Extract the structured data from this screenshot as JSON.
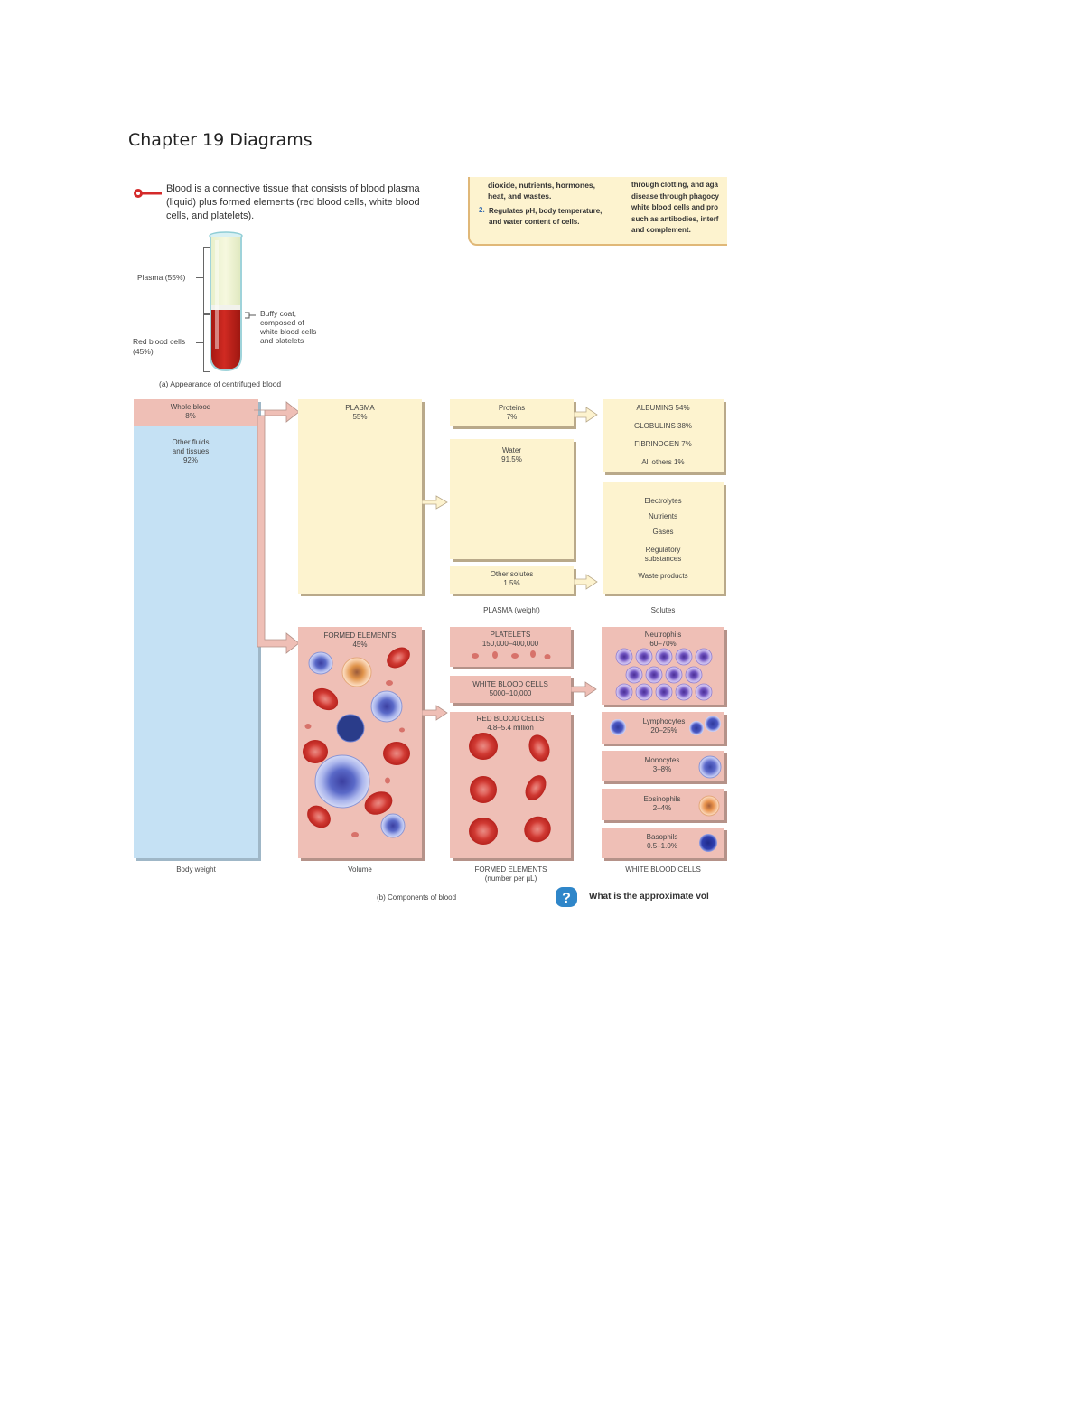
{
  "document": {
    "title": "Chapter 19 Diagrams"
  },
  "header": {
    "key_text": "Blood is a connective tissue that consists of blood plasma\n(liquid) plus formed elements (red blood cells, white blood\ncells, and platelets).",
    "box_col1": "dioxide, nutrients, hormones,\nheat, and wastes.",
    "box_col1_item2_num": "2.",
    "box_col1_item2": "Regulates pH, body temperature,\nand water content of cells.",
    "box_col2": "through clotting, and aga\ndisease through phagocy\nwhite blood cells and pro\nsuch as antibodies, interf\nand complement."
  },
  "panel_a": {
    "plasma_label": "Plasma (55%)",
    "rbc_label": "Red blood cells\n(45%)",
    "buffy_label": "Buffy coat,\ncomposed of\nwhite blood cells\nand platelets",
    "caption": "(a) Appearance of centrifuged blood"
  },
  "panel_b": {
    "whole_blood": "Whole blood\n8%",
    "other_fluids": "Other fluids\nand tissues\n92%",
    "plasma": "PLASMA\n55%",
    "formed_elements": "FORMED ELEMENTS\n45%",
    "proteins": "Proteins\n7%",
    "water": "Water\n91.5%",
    "other_solutes": "Other solutes\n1.5%",
    "protein_items": [
      "ALBUMINS 54%",
      "GLOBULINS 38%",
      "FIBRINOGEN 7%",
      "All others 1%"
    ],
    "solute_items": [
      "Electrolytes",
      "Nutrients",
      "Gases",
      "Regulatory\nsubstances",
      "Waste products"
    ],
    "platelets": "PLATELETS\n150,000–400,000",
    "wbc": "WHITE BLOOD CELLS\n5000–10,000",
    "rbc": "RED BLOOD CELLS\n4.8–5.4 million",
    "neutrophils": "Neutrophils\n60–70%",
    "lymphocytes": "Lymphocytes\n20–25%",
    "monocytes": "Monocytes\n3–8%",
    "eosinophils": "Eosinophils\n2–4%",
    "basophils": "Basophils\n0.5–1.0%",
    "col_labels": {
      "body_weight": "Body weight",
      "volume": "Volume",
      "formed_elements": "FORMED ELEMENTS\n(number per µL)",
      "white_blood_cells": "WHITE BLOOD CELLS",
      "plasma_weight": "PLASMA (weight)",
      "solutes": "Solutes"
    },
    "caption": "(b) Components of blood",
    "question": "What is the approximate vol",
    "question_icon": "question-icon"
  },
  "colors": {
    "cream": "#fdf3cf",
    "pink": "#efbfb6",
    "blue": "#c5e1f4",
    "blood_red": "#c8261e",
    "question_blue": "#2f86c9"
  }
}
